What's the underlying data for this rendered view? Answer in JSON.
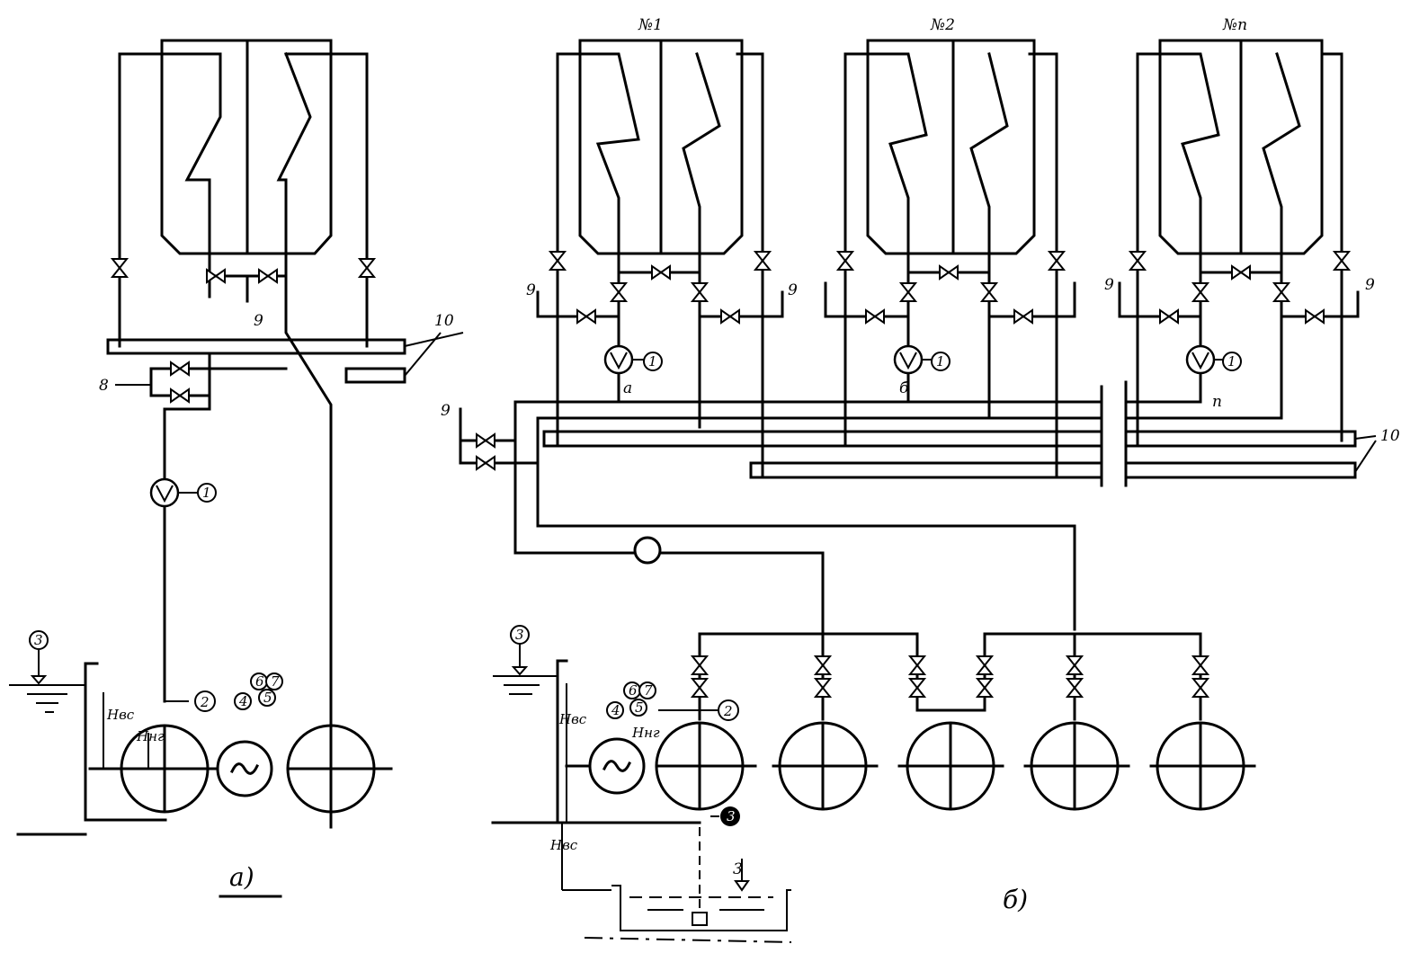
{
  "labels": {
    "unit1": "№1",
    "unit2": "№2",
    "unitN": "№n",
    "part_a": "а)",
    "part_b": "б)",
    "ten_a": "10",
    "ten_b": "10",
    "nine": "9",
    "eight": "8",
    "h_suction": "Hвс",
    "h_discharge": "Hнг",
    "h_suction2": "Hвс",
    "sub_a": "а",
    "sub_b": "б",
    "sub_n": "n"
  },
  "markers": {
    "one": "1",
    "two": "2",
    "three": "3",
    "four": "4",
    "five": "5",
    "six": "6",
    "seven": "7"
  }
}
